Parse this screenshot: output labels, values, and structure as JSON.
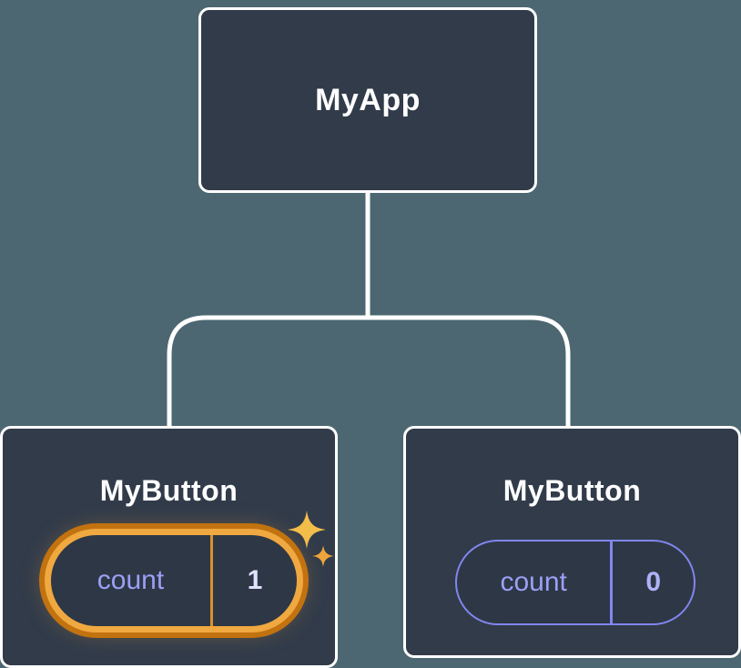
{
  "tree": {
    "root": {
      "label": "MyApp"
    },
    "children": [
      {
        "label": "MyButton",
        "state": {
          "key": "count",
          "value": "1"
        },
        "highlighted": true
      },
      {
        "label": "MyButton",
        "state": {
          "key": "count",
          "value": "0"
        },
        "highlighted": false
      }
    ]
  },
  "colors": {
    "background": "#4c6771",
    "node_fill": "#313b4a",
    "node_border": "#ffffff",
    "connector": "#ffffff",
    "accent_purple": "#8186ee",
    "state_key_text": "#9ba0f6",
    "highlight_orange": "#f0a840",
    "highlight_orange_dark": "#c2720f",
    "sparkle_gold": "#f3bd4a",
    "sparkle_amber": "#eda43a"
  }
}
